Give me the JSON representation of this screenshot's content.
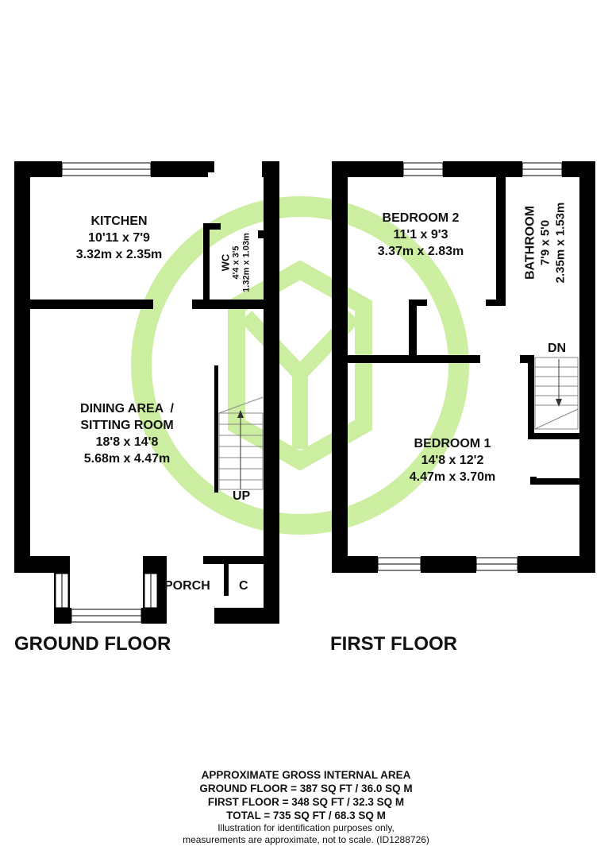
{
  "watermark": {
    "icon": "hexagon-logo-watermark",
    "color": "#c4ec90"
  },
  "wall_color": "#000000",
  "ground_floor": {
    "title": "GROUND FLOOR",
    "kitchen": {
      "name": "KITCHEN",
      "imperial": "10'11 x 7'9",
      "metric": "3.32m x 2.35m"
    },
    "wc": {
      "name": "WC",
      "imperial": "4'4 x 3'5",
      "metric": "1.32m x 1.03m"
    },
    "dining": {
      "name_line1": "DINING AREA  /",
      "name_line2": "SITTING ROOM",
      "imperial": "18'8 x 14'8",
      "metric": "5.68m x 4.47m"
    },
    "stair_label": "UP",
    "porch": "PORCH",
    "cupboard": "C"
  },
  "first_floor": {
    "title": "FIRST FLOOR",
    "bedroom2": {
      "name": "BEDROOM 2",
      "imperial": "11'1 x 9'3",
      "metric": "3.37m x 2.83m"
    },
    "bathroom": {
      "name": "BATHROOM",
      "imperial": "7'9 x 5'0",
      "metric": "2.35m x 1.53m"
    },
    "bedroom1": {
      "name": "BEDROOM 1",
      "imperial": "14'8 x 12'2",
      "metric": "4.47m x 3.70m"
    },
    "stair_label": "DN"
  },
  "area": {
    "heading": "APPROXIMATE GROSS INTERNAL AREA",
    "ground": "GROUND FLOOR = 387 SQ FT / 36.0 SQ M",
    "first": "FIRST FLOOR = 348 SQ FT / 32.3 SQ M",
    "total": "TOTAL = 735 SQ FT / 68.3 SQ M",
    "note1": "Illustration for identification purposes only,",
    "note2": "measurements are approximate, not to scale. (ID1288726)"
  }
}
